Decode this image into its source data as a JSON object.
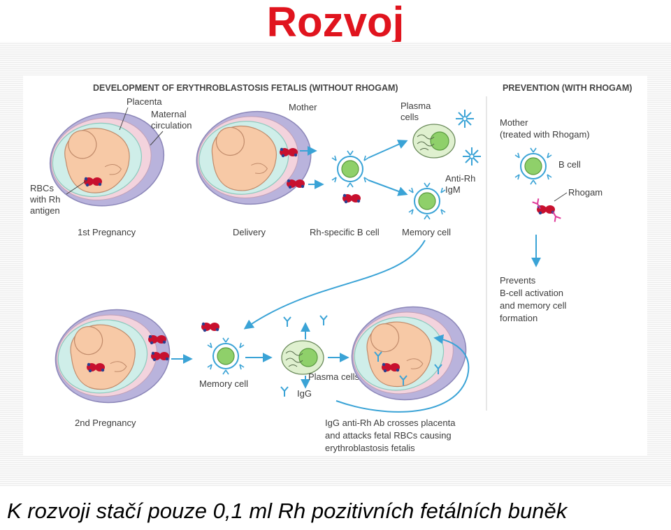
{
  "slide": {
    "title": "Rozvoj",
    "caption": "K rozvoji stačí  pouze 0,1 ml Rh pozitivních fetálních buněk"
  },
  "diagram": {
    "header_left": "DEVELOPMENT OF ERYTHROBLASTOSIS FETALIS (WITHOUT RHOGAM)",
    "header_right": "PREVENTION (WITH RHOGAM)",
    "labels": {
      "placenta": "Placenta",
      "maternal_1": "Maternal",
      "maternal_2": "circulation",
      "mother": "Mother",
      "plasma_1": "Plasma",
      "plasma_2": "cells",
      "rbc_1": "RBCs",
      "rbc_2": "with Rh",
      "rbc_3": "antigen",
      "anti_rh_1": "Anti-Rh",
      "anti_rh_2": "IgM",
      "first_pregnancy": "1st Pregnancy",
      "delivery": "Delivery",
      "rh_b_cell": "Rh-specific B cell",
      "memory_cell_top": "Memory cell",
      "mother_treated_1": "Mother",
      "mother_treated_2": "(treated with Rhogam)",
      "b_cell": "B cell",
      "rhogam": "Rhogam",
      "prevents_1": "Prevents",
      "prevents_2": "B-cell activation",
      "prevents_3": "and memory cell",
      "prevents_4": "formation",
      "memory_cell_bottom": "Memory cell",
      "plasma_cells_bottom": "Plasma cells",
      "igg": "IgG",
      "second_pregnancy": "2nd Pregnancy",
      "crosses_1": "IgG anti-Rh Ab crosses placenta",
      "crosses_2": "and attacks fetal RBCs causing",
      "crosses_3": "erythroblastosis fetalis"
    }
  },
  "colors": {
    "title_red": "#e0141e",
    "arrow_blue": "#3aa3d6",
    "cell_green": "#8fd06a",
    "fetus_skin": "#f7c9a6",
    "amniotic": "#cfeee9",
    "placenta_purple": "#b9b3dc",
    "rbc_red": "#c8102e"
  }
}
